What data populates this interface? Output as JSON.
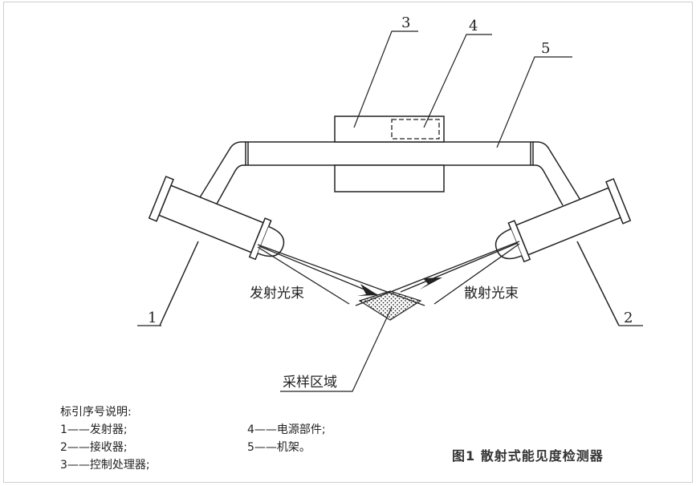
{
  "callouts": {
    "n1": "1",
    "n2": "2",
    "n3": "3",
    "n4": "4",
    "n5": "5"
  },
  "beam_labels": {
    "emitted": "发射光束",
    "scattered": "散射光束",
    "sampling": "采样区域"
  },
  "legend": {
    "title": "标引序号说明:",
    "items": [
      "1——发射器;",
      "2——接收器;",
      "3——控制处理器;",
      "4——电源部件;",
      "5——机架。"
    ]
  },
  "caption": "图1  散射式能见度检测器"
}
